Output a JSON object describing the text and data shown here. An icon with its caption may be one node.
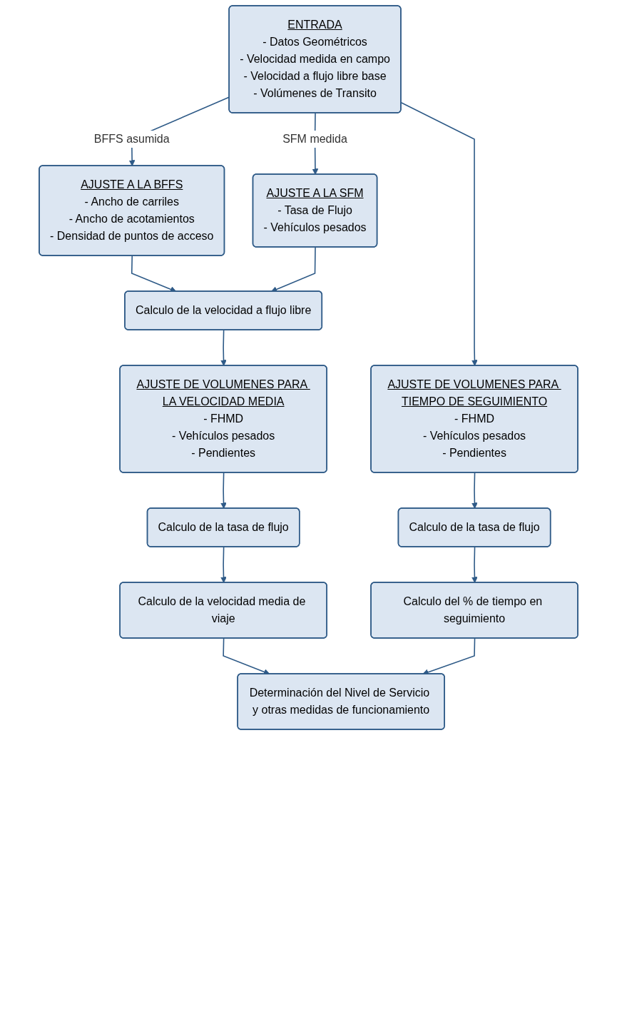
{
  "diagram": {
    "nodes": [
      {
        "text": [
          "ENTRADA",
          "- Datos Geométricos",
          "- Velocidad medida en campo",
          "- Velocidad a flujo libre base",
          "- Volúmenes de Transito"
        ]
      },
      {
        "text": [
          "AJUSTE A LA BFFS",
          "- Ancho de carriles",
          "- Ancho de acotamientos",
          "- Densidad de puntos de acceso"
        ]
      },
      {
        "text": [
          "AJUSTE A LA SFM",
          "- Tasa de Flujo",
          "- Vehículos pesados"
        ]
      },
      {
        "text": [
          "Calculo de la velocidad a flujo libre"
        ]
      },
      {
        "text": [
          "AJUSTE DE VOLUMENES PARA LA VELOCIDAD MEDIA",
          "- FHMD",
          "- Vehículos pesados",
          "- Pendientes"
        ]
      },
      {
        "text": [
          "AJUSTE DE VOLUMENES PARA TIEMPO DE SEGUIMIENTO",
          "- FHMD",
          "- Vehículos pesados",
          "- Pendientes"
        ]
      },
      {
        "text": [
          "Calculo de la tasa de flujo"
        ]
      },
      {
        "text": [
          "Calculo de la tasa de flujo"
        ]
      },
      {
        "text": [
          "Calculo de la velocidad media de viaje"
        ]
      },
      {
        "text": [
          "Calculo del % de tiempo en seguimiento"
        ]
      },
      {
        "text": [
          "Determinación del Nivel de Servicio y otras medidas de funcionamiento"
        ]
      }
    ],
    "edges": [
      {
        "from": 0,
        "to": 1,
        "arrow": "to",
        "label": "BFFS asumida"
      },
      {
        "from": 0,
        "to": 2,
        "arrow": "to",
        "label": "SFM medida"
      },
      {
        "from": 0,
        "to": 5,
        "arrow": "to"
      },
      {
        "from": 1,
        "to": 3,
        "arrow": "to"
      },
      {
        "from": 2,
        "to": 3,
        "arrow": "to"
      },
      {
        "from": 3,
        "to": 4,
        "arrow": "to"
      },
      {
        "from": 4,
        "to": 6,
        "arrow": "to"
      },
      {
        "from": 5,
        "to": 7,
        "arrow": "to"
      },
      {
        "from": 6,
        "to": 8,
        "arrow": "to"
      },
      {
        "from": 7,
        "to": 9,
        "arrow": "to"
      },
      {
        "from": 8,
        "to": 10,
        "arrow": "to"
      },
      {
        "from": 9,
        "to": 10,
        "arrow": "to"
      }
    ]
  }
}
